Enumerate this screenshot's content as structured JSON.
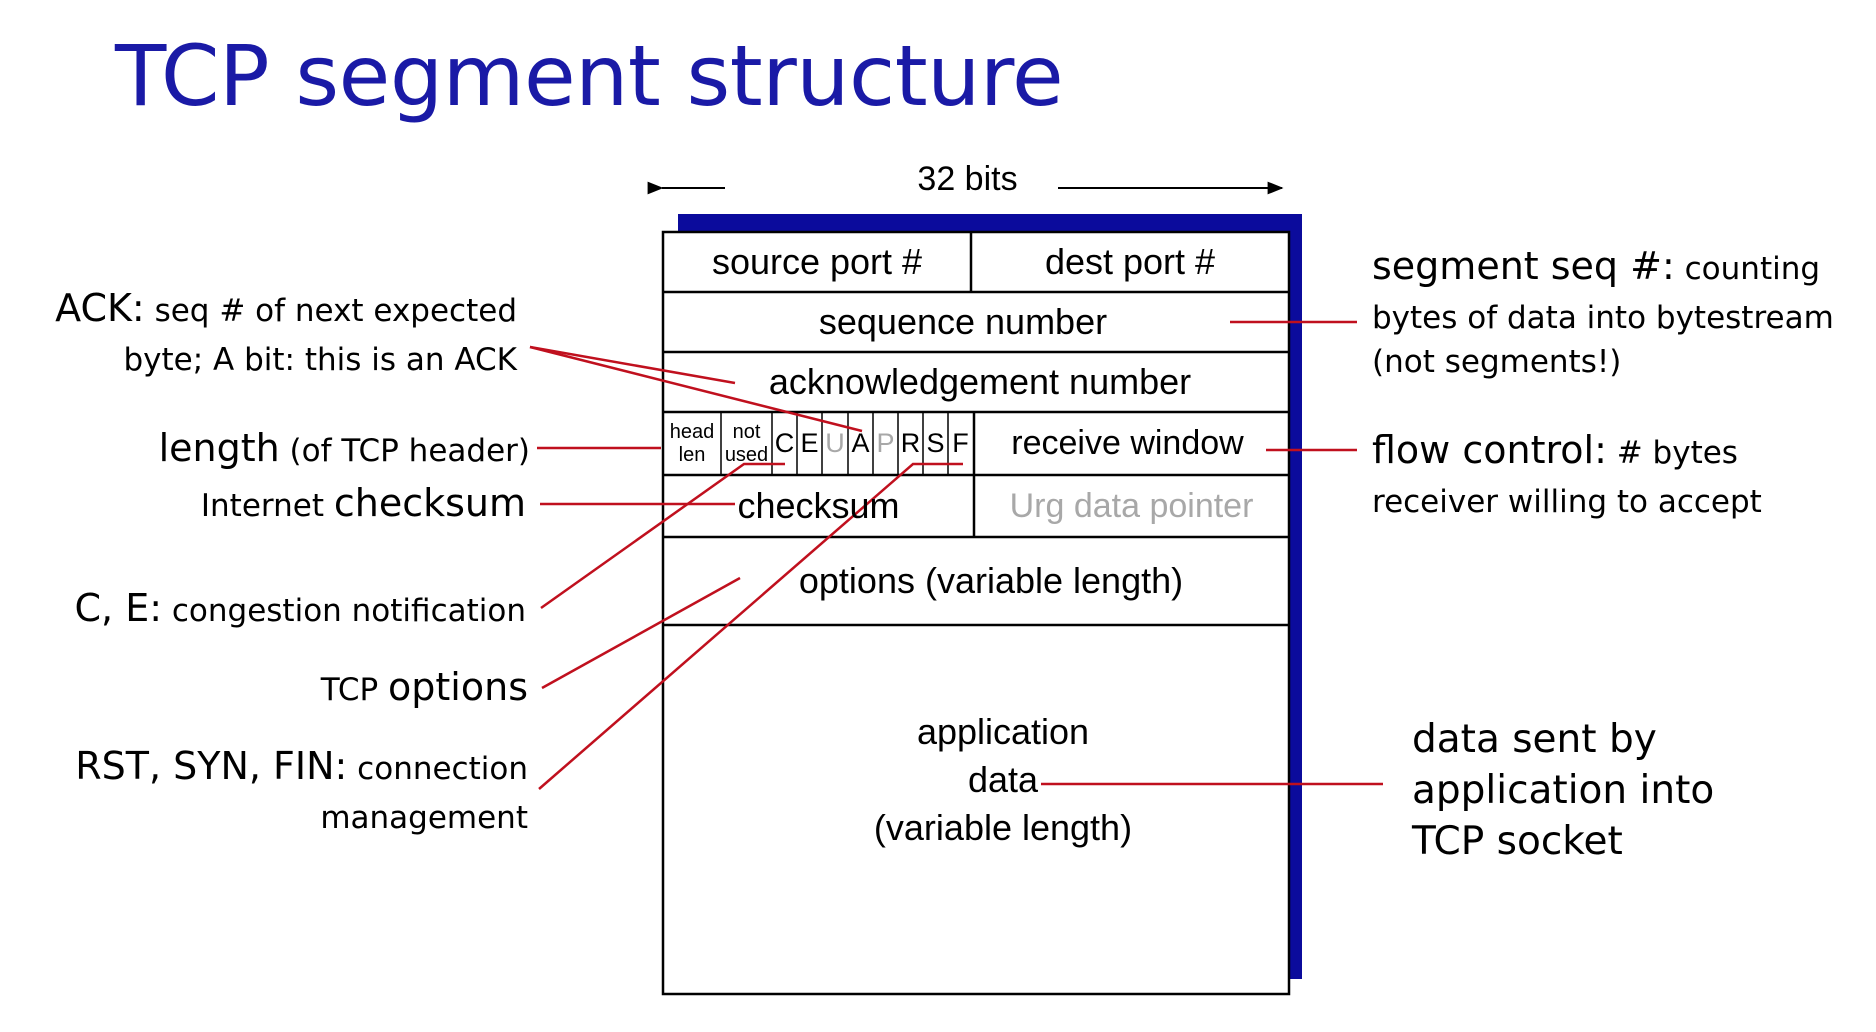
{
  "title": "TCP segment structure",
  "width_label": "32 bits",
  "header": {
    "source_port": "source port #",
    "dest_port": "dest port #",
    "sequence_number": "sequence number",
    "ack_number": "acknowledgement number",
    "head_len": [
      "head",
      "len"
    ],
    "not_used": [
      "not",
      "used"
    ],
    "flags": [
      "C",
      "E",
      "U",
      "A",
      "P",
      "R",
      "S",
      "F"
    ],
    "receive_window": "receive window",
    "checksum": "checksum",
    "urg_pointer": "Urg data pointer",
    "options": "options (variable length)",
    "app_data": [
      "application",
      "data",
      "(variable length)"
    ]
  },
  "annotations": {
    "ack": {
      "key": "ACK:",
      "text1": " seq # of next expected",
      "text2": "byte; A bit: this is an ACK"
    },
    "length": {
      "key": "length",
      "text": " (of TCP header)"
    },
    "checksum": {
      "prefix": "Internet ",
      "key": "checksum"
    },
    "ce": {
      "key": "C, E:",
      "text": " congestion notification"
    },
    "options": {
      "prefix": "TCP ",
      "key": "options"
    },
    "rsf": {
      "key": "RST, SYN, FIN:",
      "text1": " connection",
      "text2": "management"
    },
    "seq": {
      "key": "segment seq  #:",
      "text1": " counting",
      "text2": "bytes of data into bytestream",
      "text3": "(not segments!)"
    },
    "flow": {
      "key": "flow control:",
      "text1": " # bytes",
      "text2": "receiver willing to accept"
    },
    "data": {
      "line1": "data sent by",
      "line2": "application into",
      "line3": "TCP socket"
    }
  },
  "colors": {
    "title": "#1a1aa6",
    "shadow": "#0b0b9c",
    "leader": "#c0101e",
    "grey_flag": "#a8a8a8"
  }
}
